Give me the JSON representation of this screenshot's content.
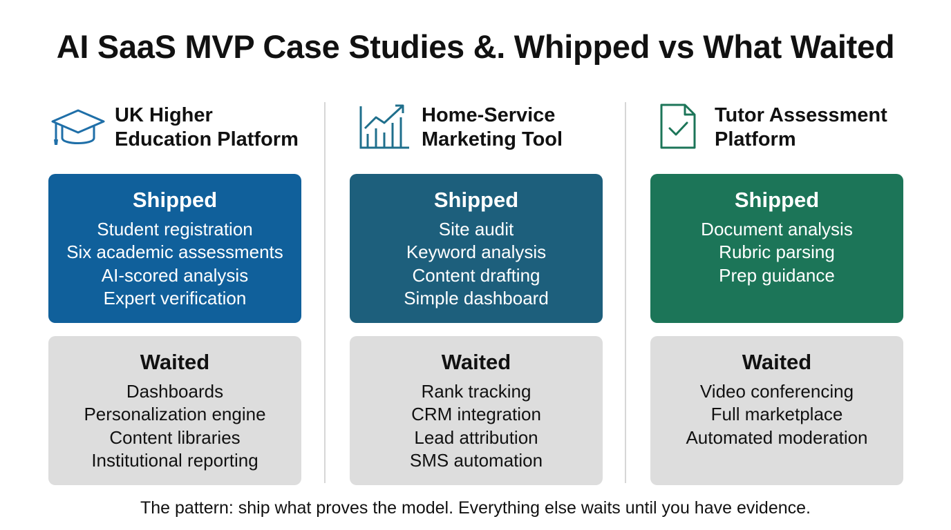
{
  "title": "AI SaaS MVP Case Studies &. Whipped vs What Waited",
  "columns": [
    {
      "name_line1": "UK Higher",
      "name_line2": "Education Platform",
      "icon": "graduation-cap-icon",
      "shipped_color": "#0f5f9a",
      "shipped": {
        "heading": "Shipped",
        "items": [
          "Student registration",
          "Six academic assessments",
          "AI-scored analysis",
          "Expert verification"
        ]
      },
      "waited": {
        "heading": "Waited",
        "items": [
          "Dashboards",
          "Personalization engine",
          "Content libraries",
          "Institutional reporting"
        ]
      }
    },
    {
      "name_line1": "Home-Service",
      "name_line2": "Marketing Tool",
      "icon": "bar-chart-trend-icon",
      "shipped_color": "#1d5f7c",
      "shipped": {
        "heading": "Shipped",
        "items": [
          "Site audit",
          "Keyword analysis",
          "Content drafting",
          "Simple dashboard"
        ]
      },
      "waited": {
        "heading": "Waited",
        "items": [
          "Rank tracking",
          "CRM integration",
          "Lead attribution",
          "SMS automation"
        ]
      }
    },
    {
      "name_line1": "Tutor Assessment",
      "name_line2": "Platform",
      "icon": "document-check-icon",
      "shipped_color": "#1c7558",
      "shipped": {
        "heading": "Shipped",
        "items": [
          "Document analysis",
          "Rubric parsing",
          "Prep guidance"
        ]
      },
      "waited": {
        "heading": "Waited",
        "items": [
          "Video conferencing",
          "Full marketplace",
          "Automated moderation"
        ]
      }
    }
  ],
  "footer": "The pattern: ship what proves the model. Everything else waits until you have evidence."
}
